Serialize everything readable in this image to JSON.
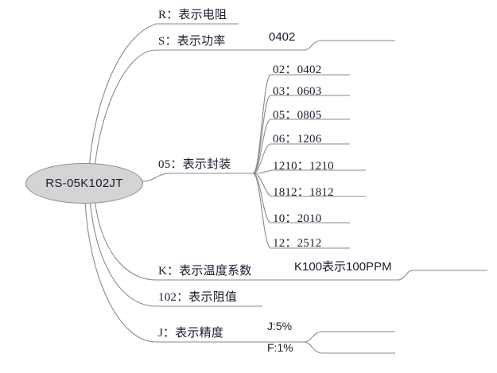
{
  "diagram": {
    "type": "mind-map",
    "root": {
      "label": "RS-05K102JT",
      "shape": "ellipse",
      "fill_color": "#d4d4d4",
      "border_color": "#8c8c8c"
    },
    "edge_color": "#8a8a8a",
    "text_color": "#1a1a2e",
    "branches": [
      {
        "id": "r",
        "label": "R：表示电阻",
        "children": []
      },
      {
        "id": "s",
        "label": "S：表示功率",
        "children": [
          {
            "id": "s-0402",
            "label": "0402"
          }
        ]
      },
      {
        "id": "package",
        "label": "05：表示封装",
        "children": [
          {
            "id": "pkg-02",
            "label": "02：0402"
          },
          {
            "id": "pkg-03",
            "label": "03：0603"
          },
          {
            "id": "pkg-05",
            "label": "05：0805"
          },
          {
            "id": "pkg-06",
            "label": "06：1206"
          },
          {
            "id": "pkg-1210",
            "label": "1210：1210"
          },
          {
            "id": "pkg-1812",
            "label": "1812：1812"
          },
          {
            "id": "pkg-10",
            "label": "10：2010"
          },
          {
            "id": "pkg-12",
            "label": "12：2512"
          }
        ]
      },
      {
        "id": "k",
        "label": "K：表示温度系数",
        "children": [
          {
            "id": "k-100",
            "label": "K100表示100PPM"
          }
        ]
      },
      {
        "id": "resistance",
        "label": "102：表示阻值",
        "children": []
      },
      {
        "id": "j",
        "label": "J：表示精度",
        "children": [
          {
            "id": "j-5",
            "label": "J:5%"
          },
          {
            "id": "j-f1",
            "label": "F:1%"
          }
        ]
      }
    ]
  }
}
